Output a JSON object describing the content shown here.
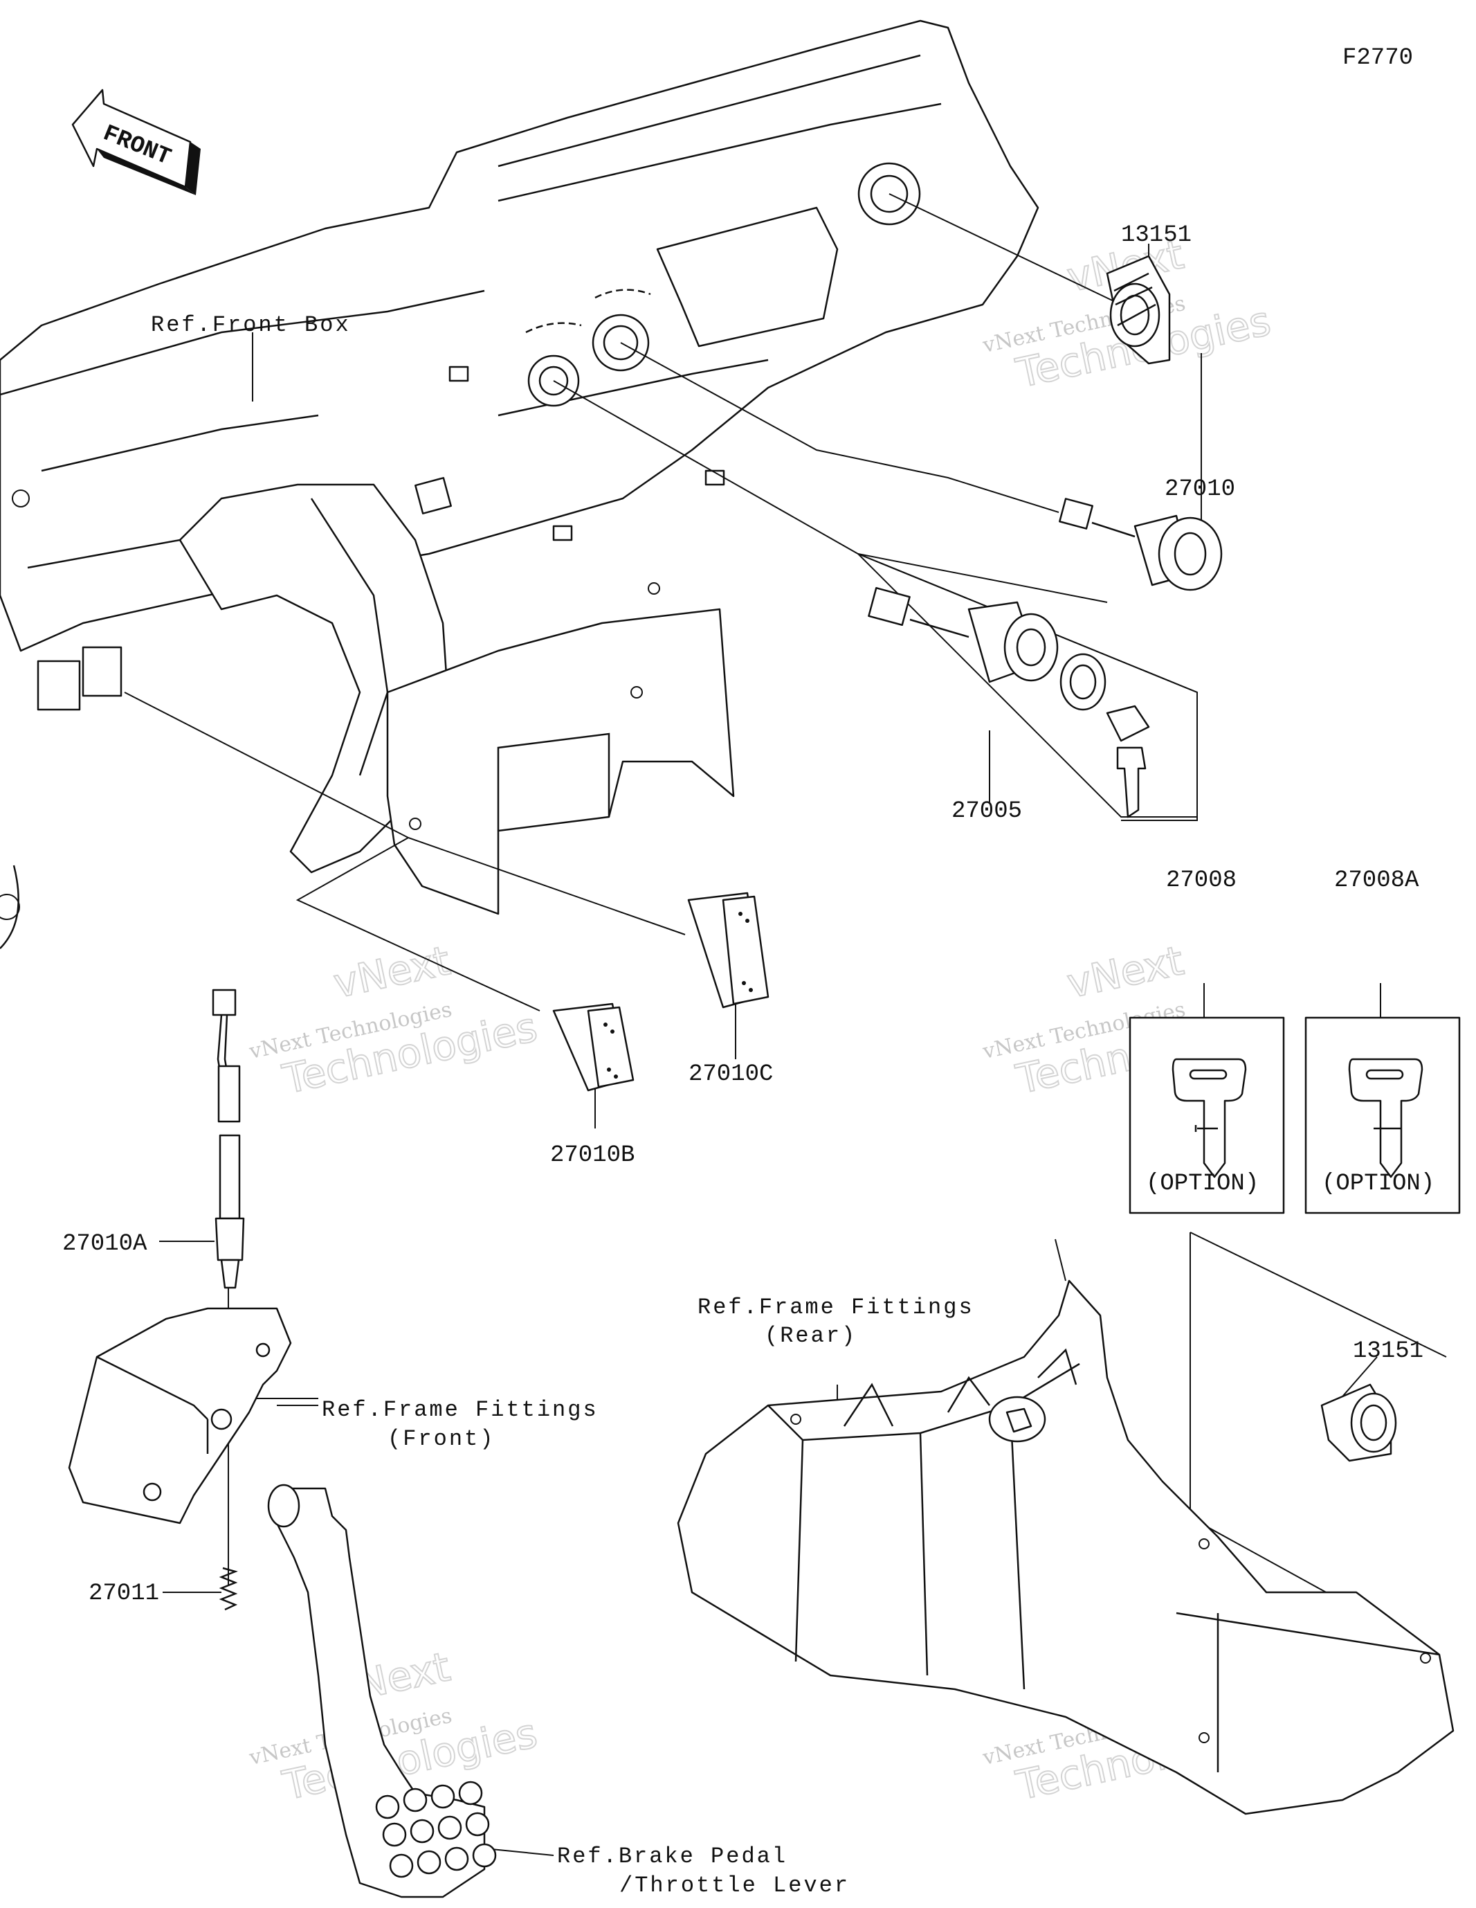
{
  "diagram_code": "F2770",
  "front_arrow_label": "FRONT",
  "parts": {
    "p13151_top": "13151",
    "p27010": "27010",
    "p27005": "27005",
    "p27008": "27008",
    "p27008A": "27008A",
    "p27010C": "27010C",
    "p27010B": "27010B",
    "p27010A": "27010A",
    "p27011": "27011",
    "p13151_bottom": "13151"
  },
  "option_label_1": "(OPTION)",
  "option_label_2": "(OPTION)",
  "refs": {
    "front_box": "Ref.Front Box",
    "frame_rear_1": "Ref.Frame Fittings",
    "frame_rear_2": "(Rear)",
    "frame_front_1": "Ref.Frame Fittings",
    "frame_front_2": "(Front)",
    "brake_1": "Ref.Brake Pedal",
    "brake_2": "/Throttle Lever"
  },
  "watermark": {
    "line1": "vNext",
    "line2": "vNext Technologies",
    "line3": "Technologies"
  }
}
